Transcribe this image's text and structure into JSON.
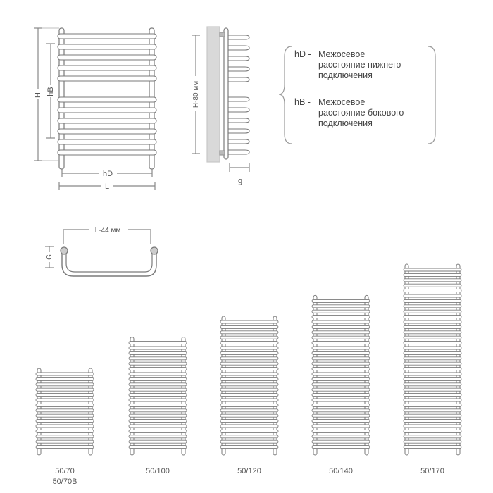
{
  "front_view": {
    "height_label": "H",
    "side_dist_label": "hB",
    "bottom_dist_label": "hD",
    "width_label": "L"
  },
  "side_view": {
    "height_label": "H-80 мм",
    "gap_label": "g"
  },
  "top_view": {
    "width_label": "L-44 мм",
    "depth_label": "G"
  },
  "legend": {
    "items": [
      {
        "code": "hD -",
        "lines": [
          "Межосевое",
          "расстояние нижнего",
          "подключения"
        ]
      },
      {
        "code": "hB -",
        "lines": [
          "Межосевое",
          "расстояние бокового",
          "подключения"
        ]
      }
    ]
  },
  "models": [
    {
      "labels": [
        "50/70",
        "50/70В"
      ],
      "bars": 15
    },
    {
      "labels": [
        "50/100"
      ],
      "bars": 21
    },
    {
      "labels": [
        "50/120"
      ],
      "bars": 25
    },
    {
      "labels": [
        "50/140"
      ],
      "bars": 29
    },
    {
      "labels": [
        "50/170"
      ],
      "bars": 35
    }
  ],
  "colors": {
    "line": "#7a7a7a",
    "wall": "#d9d9d9",
    "text": "#555555"
  }
}
